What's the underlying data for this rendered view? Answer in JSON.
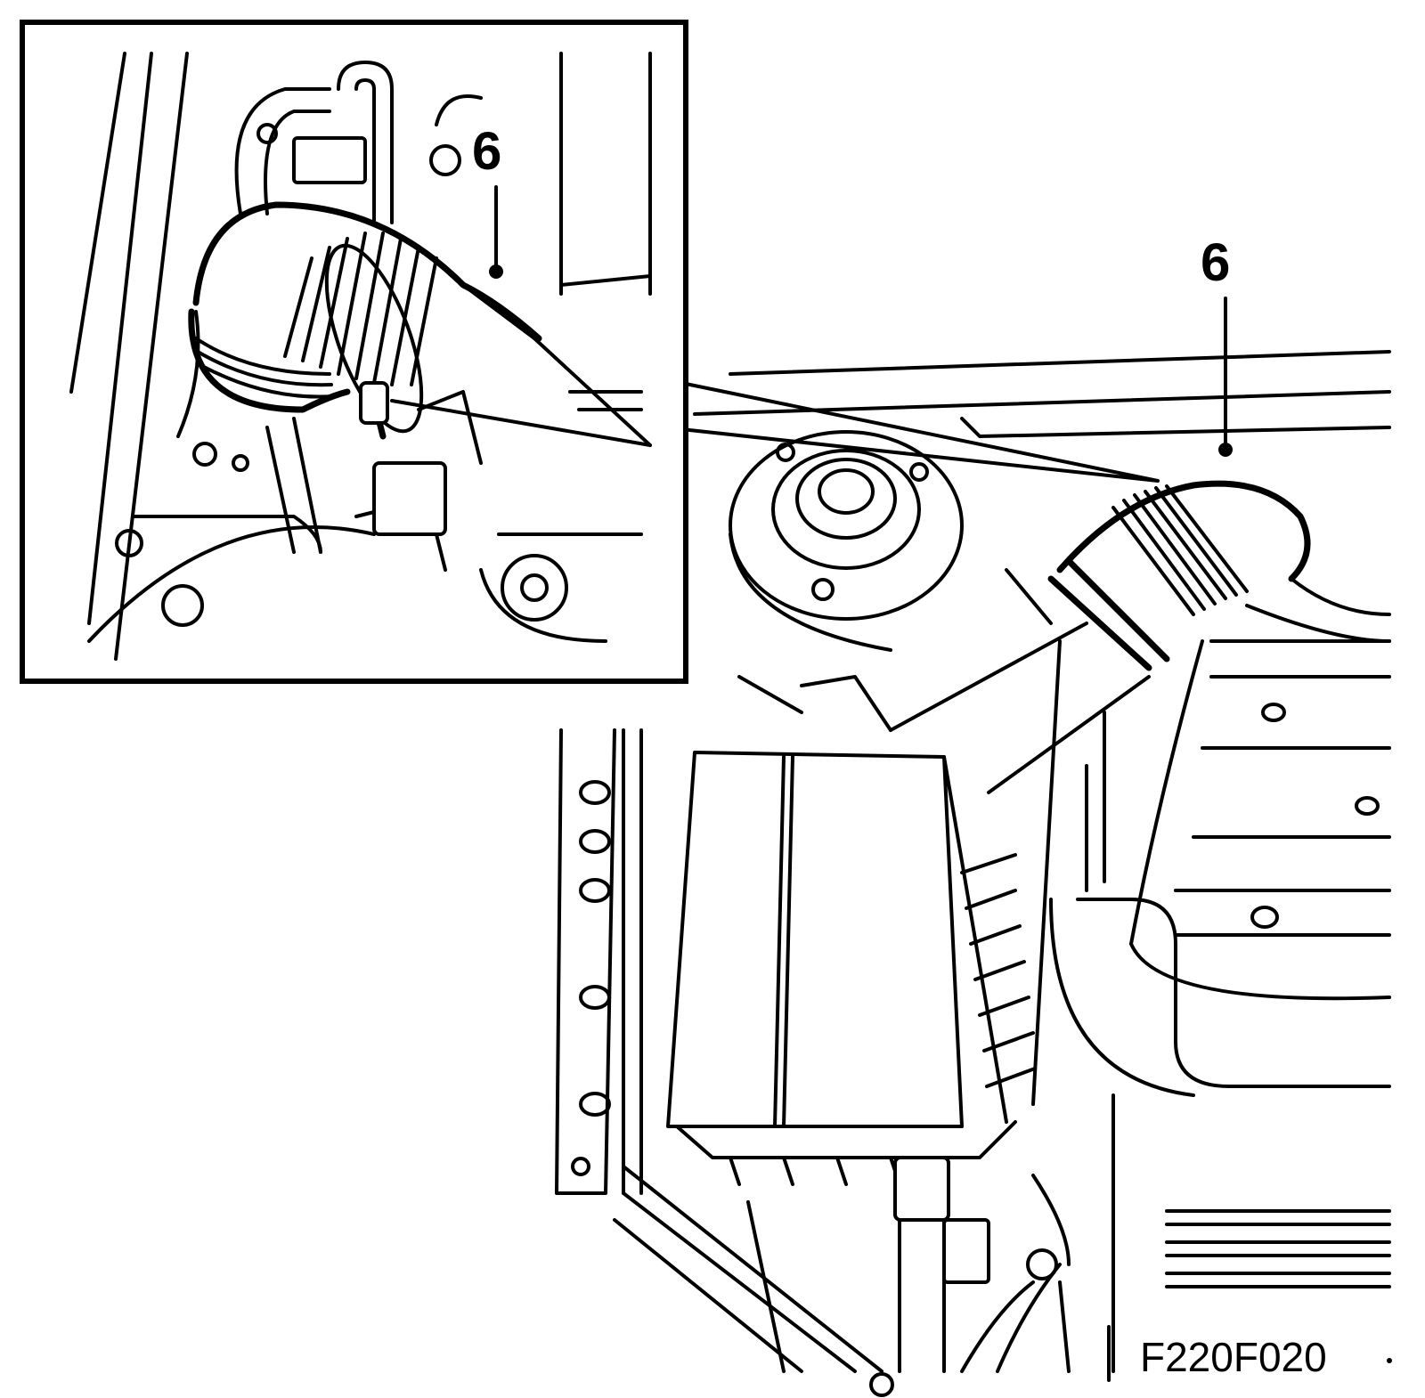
{
  "figure": {
    "code": "F220F020",
    "callouts": [
      {
        "label": "6",
        "target": "inset-hose"
      },
      {
        "label": "6",
        "target": "main-hose"
      }
    ]
  }
}
